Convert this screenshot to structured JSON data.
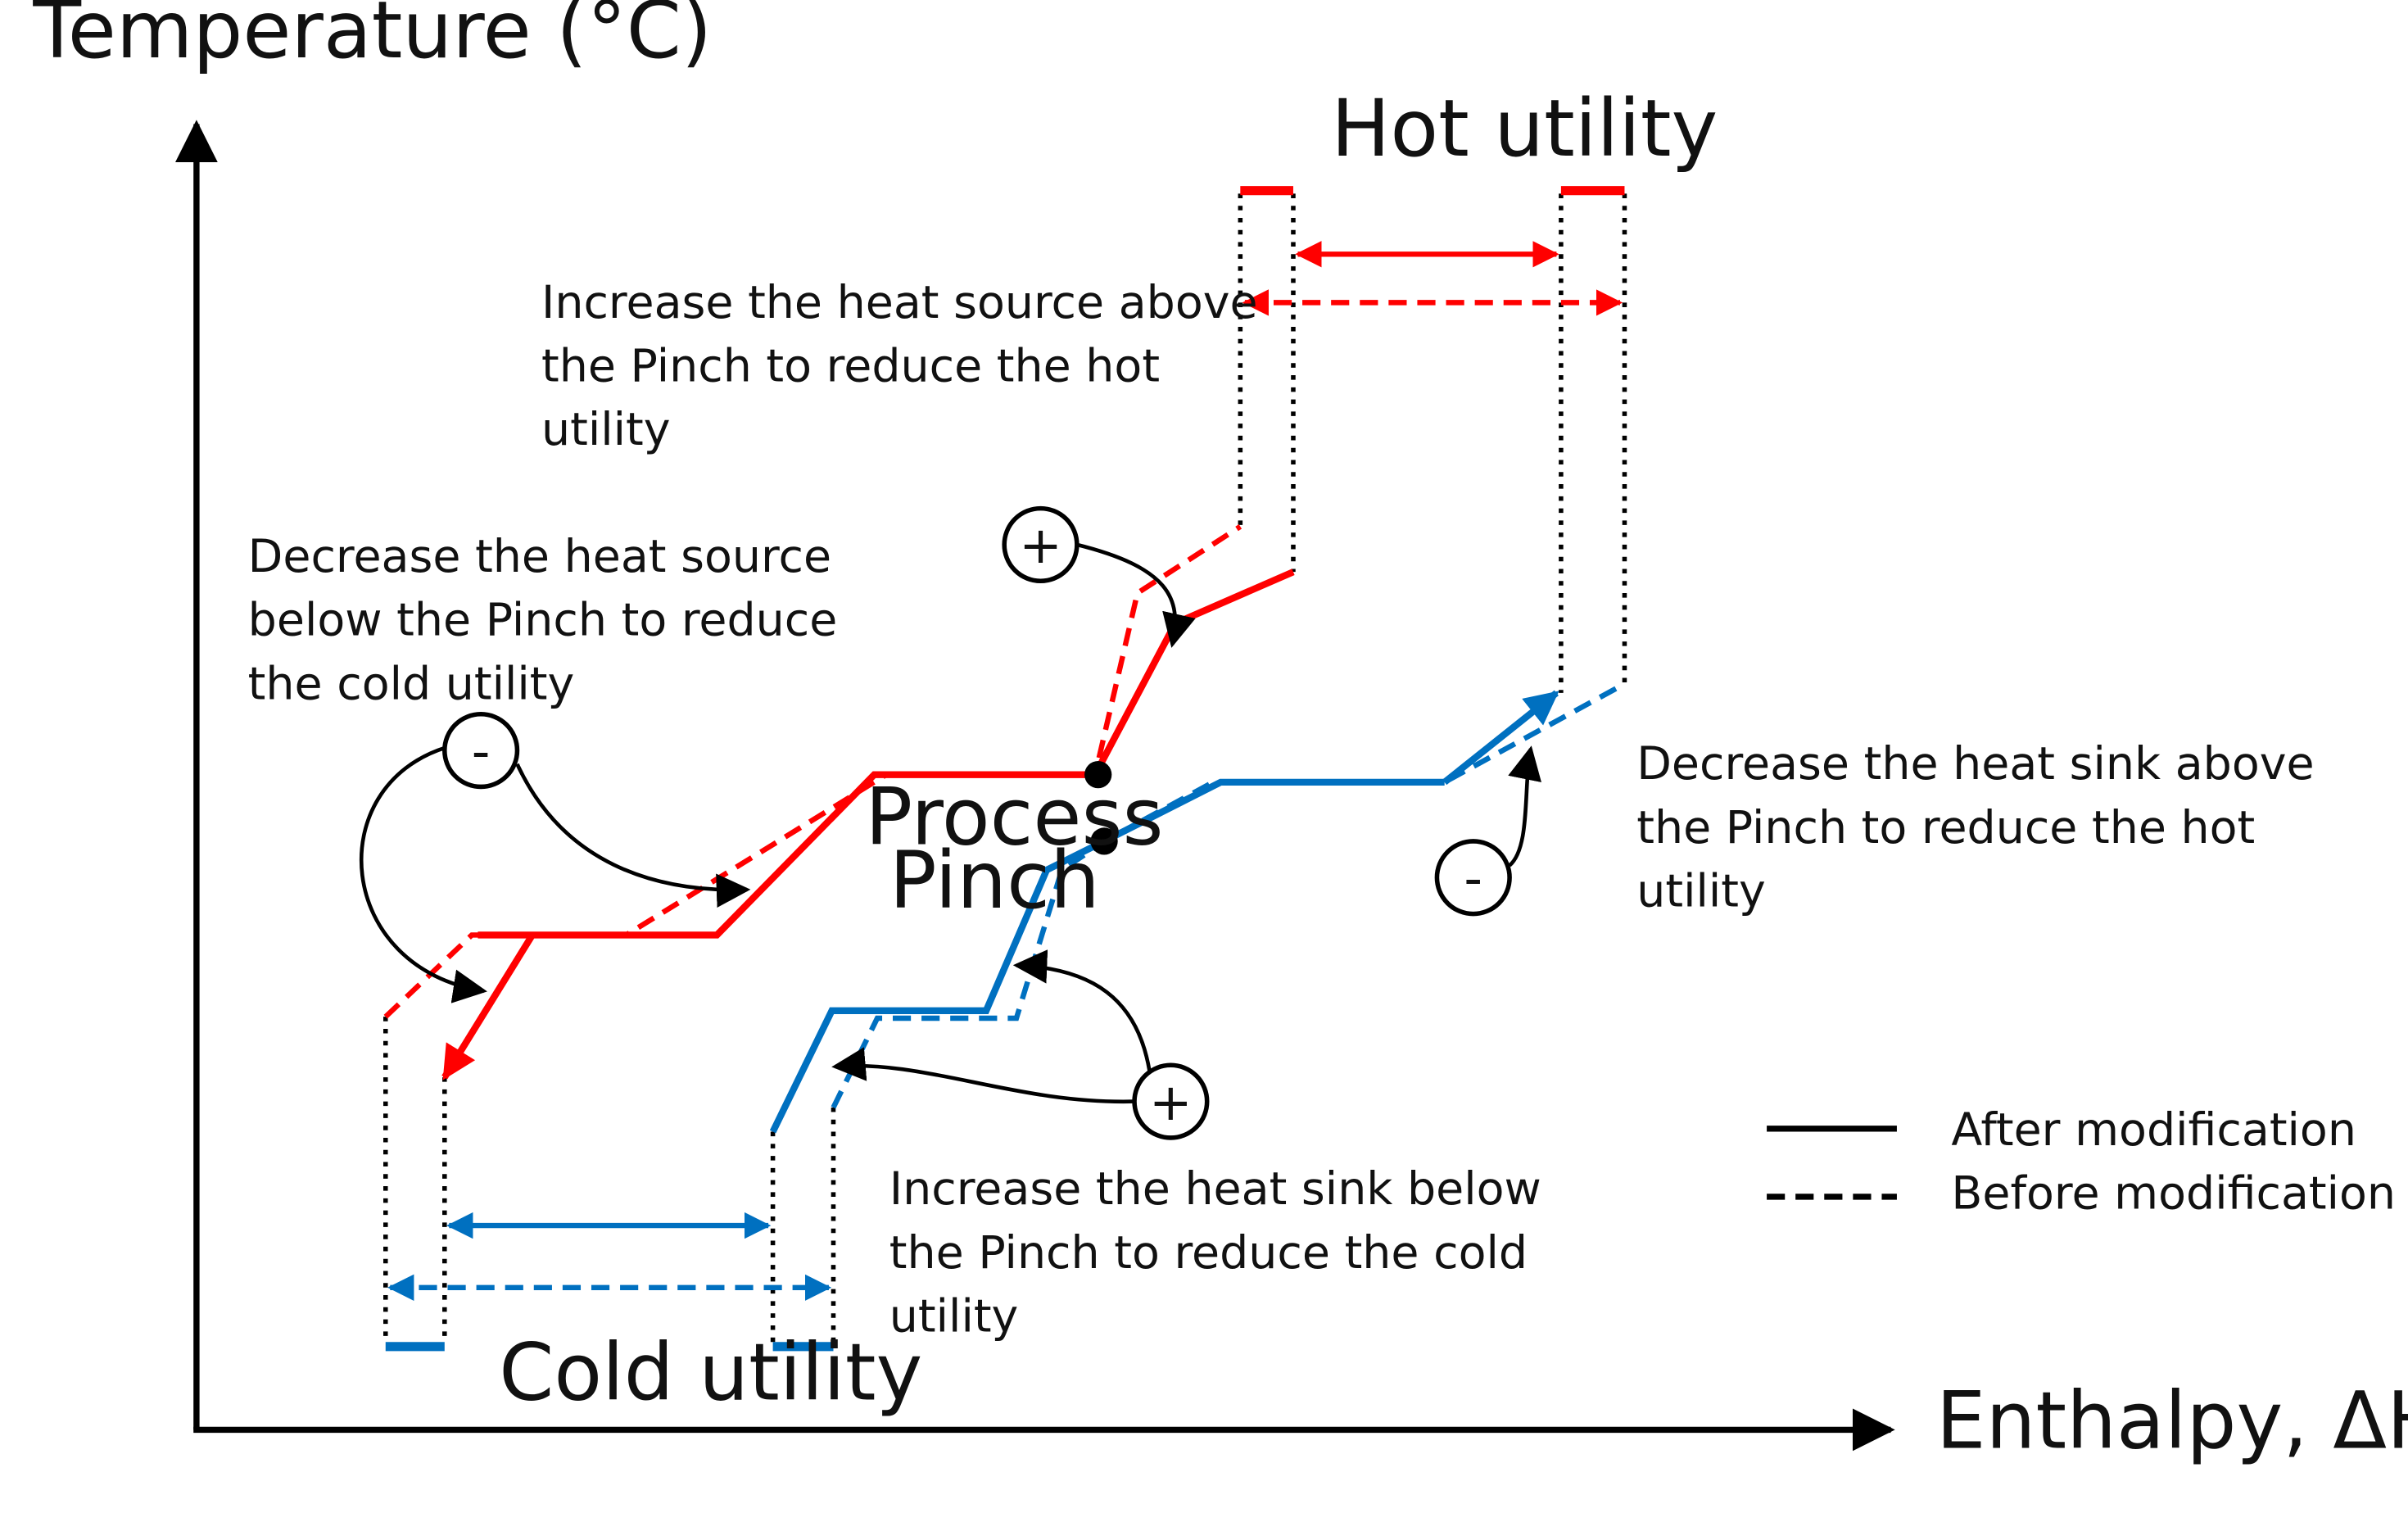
{
  "axes": {
    "y_label": "Temperature (°C)",
    "x_label": "Enthalpy, ΔH (MW)"
  },
  "labels": {
    "hot_utility": "Hot utility",
    "cold_utility": "Cold utility",
    "process_pinch_line1": "Process",
    "process_pinch_line2": "Pinch"
  },
  "annotations": {
    "increase_source_above": [
      "Increase the heat source above",
      "the Pinch to reduce the hot",
      "utility"
    ],
    "decrease_source_below": [
      "Decrease the heat source",
      "below the Pinch to reduce",
      "the cold utility"
    ],
    "decrease_sink_above": [
      "Decrease the heat sink above",
      "the Pinch to reduce the hot",
      "utility"
    ],
    "increase_sink_below": [
      "Increase the heat sink below",
      "the Pinch to reduce the cold",
      "utility"
    ]
  },
  "markers": {
    "plus": "+",
    "minus": "-"
  },
  "legend": {
    "after": "After modification",
    "before": "Before modification"
  },
  "colors": {
    "hot_composite": "#ff0000",
    "cold_composite": "#0070c0",
    "axis": "#000000",
    "utility_boundary": "#000000"
  },
  "line_styles": {
    "after": "solid",
    "before": "dashed",
    "utility_boundary": "dotted"
  }
}
